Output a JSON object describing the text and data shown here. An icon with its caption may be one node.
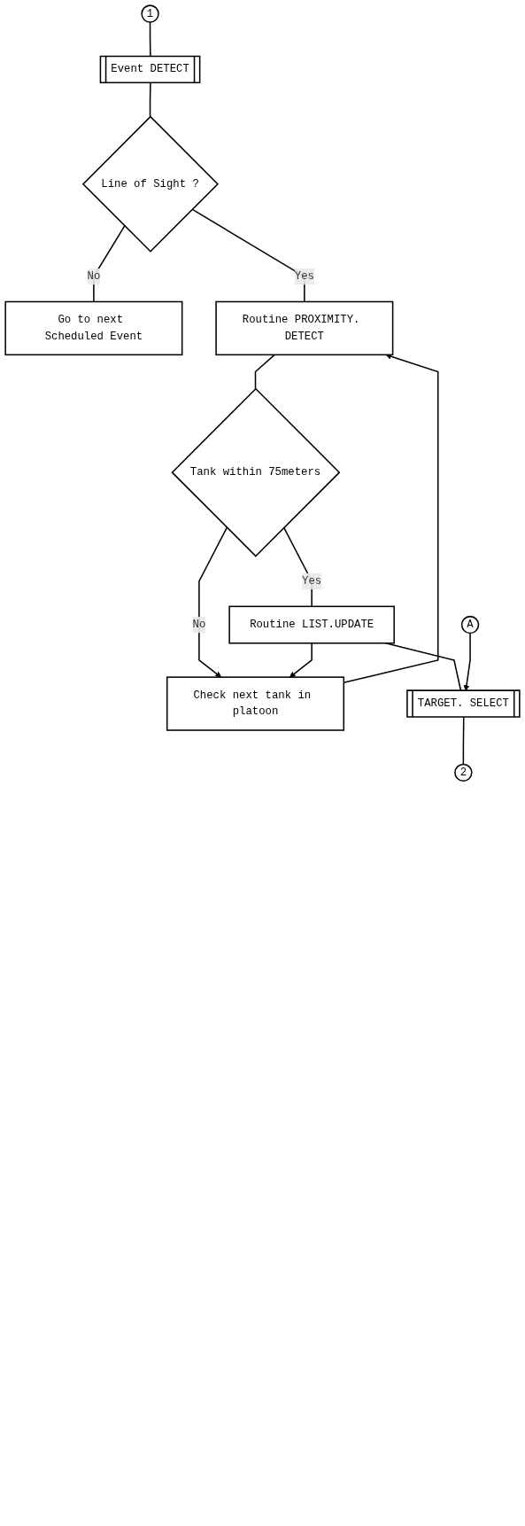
{
  "diagram": {
    "nodes": [
      {
        "text": [
          "1"
        ]
      },
      {
        "text": [
          "Event DETECT"
        ]
      },
      {
        "text": [
          "Line of Sight ?"
        ]
      },
      {
        "text": [
          "Go to next Scheduled Event"
        ]
      },
      {
        "text": [
          "Routine PROXIMITY. DETECT"
        ]
      },
      {
        "text": [
          "Tank within 75meters"
        ]
      },
      {
        "text": [
          "Check next tank in platoon"
        ]
      },
      {
        "text": [
          "Routine LIST.UPDATE"
        ]
      },
      {
        "text": [
          "A"
        ]
      },
      {
        "text": [
          "TARGET. SELECT"
        ]
      },
      {
        "text": [
          "2"
        ]
      }
    ],
    "edges": [
      {
        "from": 0,
        "to": 1,
        "arrow": "none"
      },
      {
        "from": 1,
        "to": 2,
        "arrow": "none"
      },
      {
        "from": 2,
        "to": 3,
        "arrow": "none",
        "label": "No"
      },
      {
        "from": 2,
        "to": 4,
        "arrow": "none",
        "label": "Yes"
      },
      {
        "from": 4,
        "to": 5,
        "arrow": "none"
      },
      {
        "from": 5,
        "to": 6,
        "arrow": "to",
        "label": "No"
      },
      {
        "from": 5,
        "to": 7,
        "arrow": "none",
        "label": "Yes"
      },
      {
        "from": 7,
        "to": 6,
        "arrow": "to"
      },
      {
        "from": 6,
        "to": 4,
        "arrow": "to"
      },
      {
        "from": 7,
        "to": 9,
        "arrow": "none"
      },
      {
        "from": 8,
        "to": 9,
        "arrow": "to"
      },
      {
        "from": 9,
        "to": 10,
        "arrow": "none"
      }
    ]
  }
}
